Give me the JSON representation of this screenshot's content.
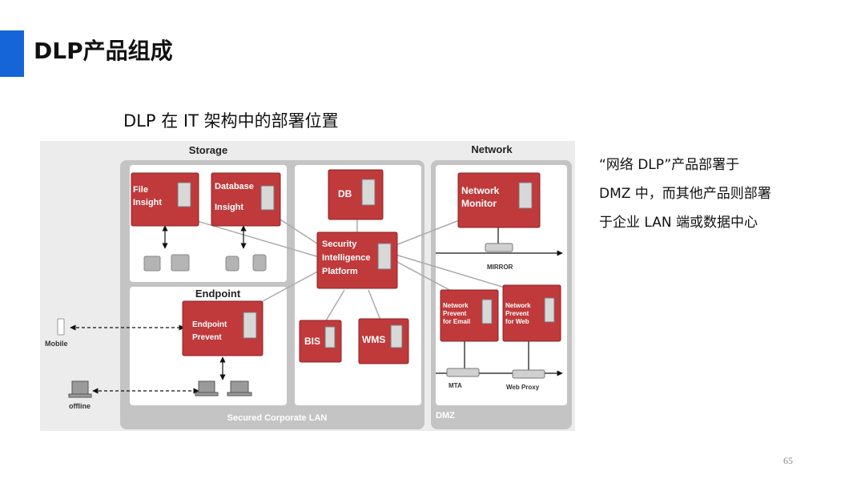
{
  "slide": {
    "title": "DLP产品组成",
    "subtitle": "DLP 在 IT 架构中的部署位置",
    "page_number": "65",
    "accent_color": "#1565d8",
    "side_note_lines": [
      "“网络 DLP”产品部署于",
      "DMZ 中，而其他产品则部署",
      "于企业 LAN 端或数据中心"
    ]
  },
  "diagram": {
    "colors": {
      "box": "#c0393b",
      "panel": "#ffffff",
      "frame": "#c4c4c4",
      "background": "#ececec"
    },
    "sections": {
      "storage": "Storage",
      "network": "Network",
      "endpoint": "Endpoint",
      "lan": "Secured Corporate LAN",
      "dmz": "DMZ"
    },
    "boxes": {
      "file_insight": [
        "File",
        "Insight"
      ],
      "database_insight": [
        "Database",
        "Insight"
      ],
      "db": [
        "DB"
      ],
      "network_monitor": [
        "Network",
        "Monitor"
      ],
      "sip": [
        "Security",
        "Intelligence",
        "Platform"
      ],
      "endpoint_prevent": [
        "Endpoint",
        "Prevent"
      ],
      "bis": [
        "BIS"
      ],
      "wms": [
        "WMS"
      ],
      "prevent_email": [
        "Network",
        "Prevent",
        "for Email"
      ],
      "prevent_web": [
        "Network",
        "Prevent",
        "for Web"
      ]
    },
    "devices": {
      "mobile": "Mobile",
      "offline": "offline",
      "mirror": "MIRROR",
      "mta": "MTA",
      "web_proxy": "Web Proxy"
    }
  }
}
